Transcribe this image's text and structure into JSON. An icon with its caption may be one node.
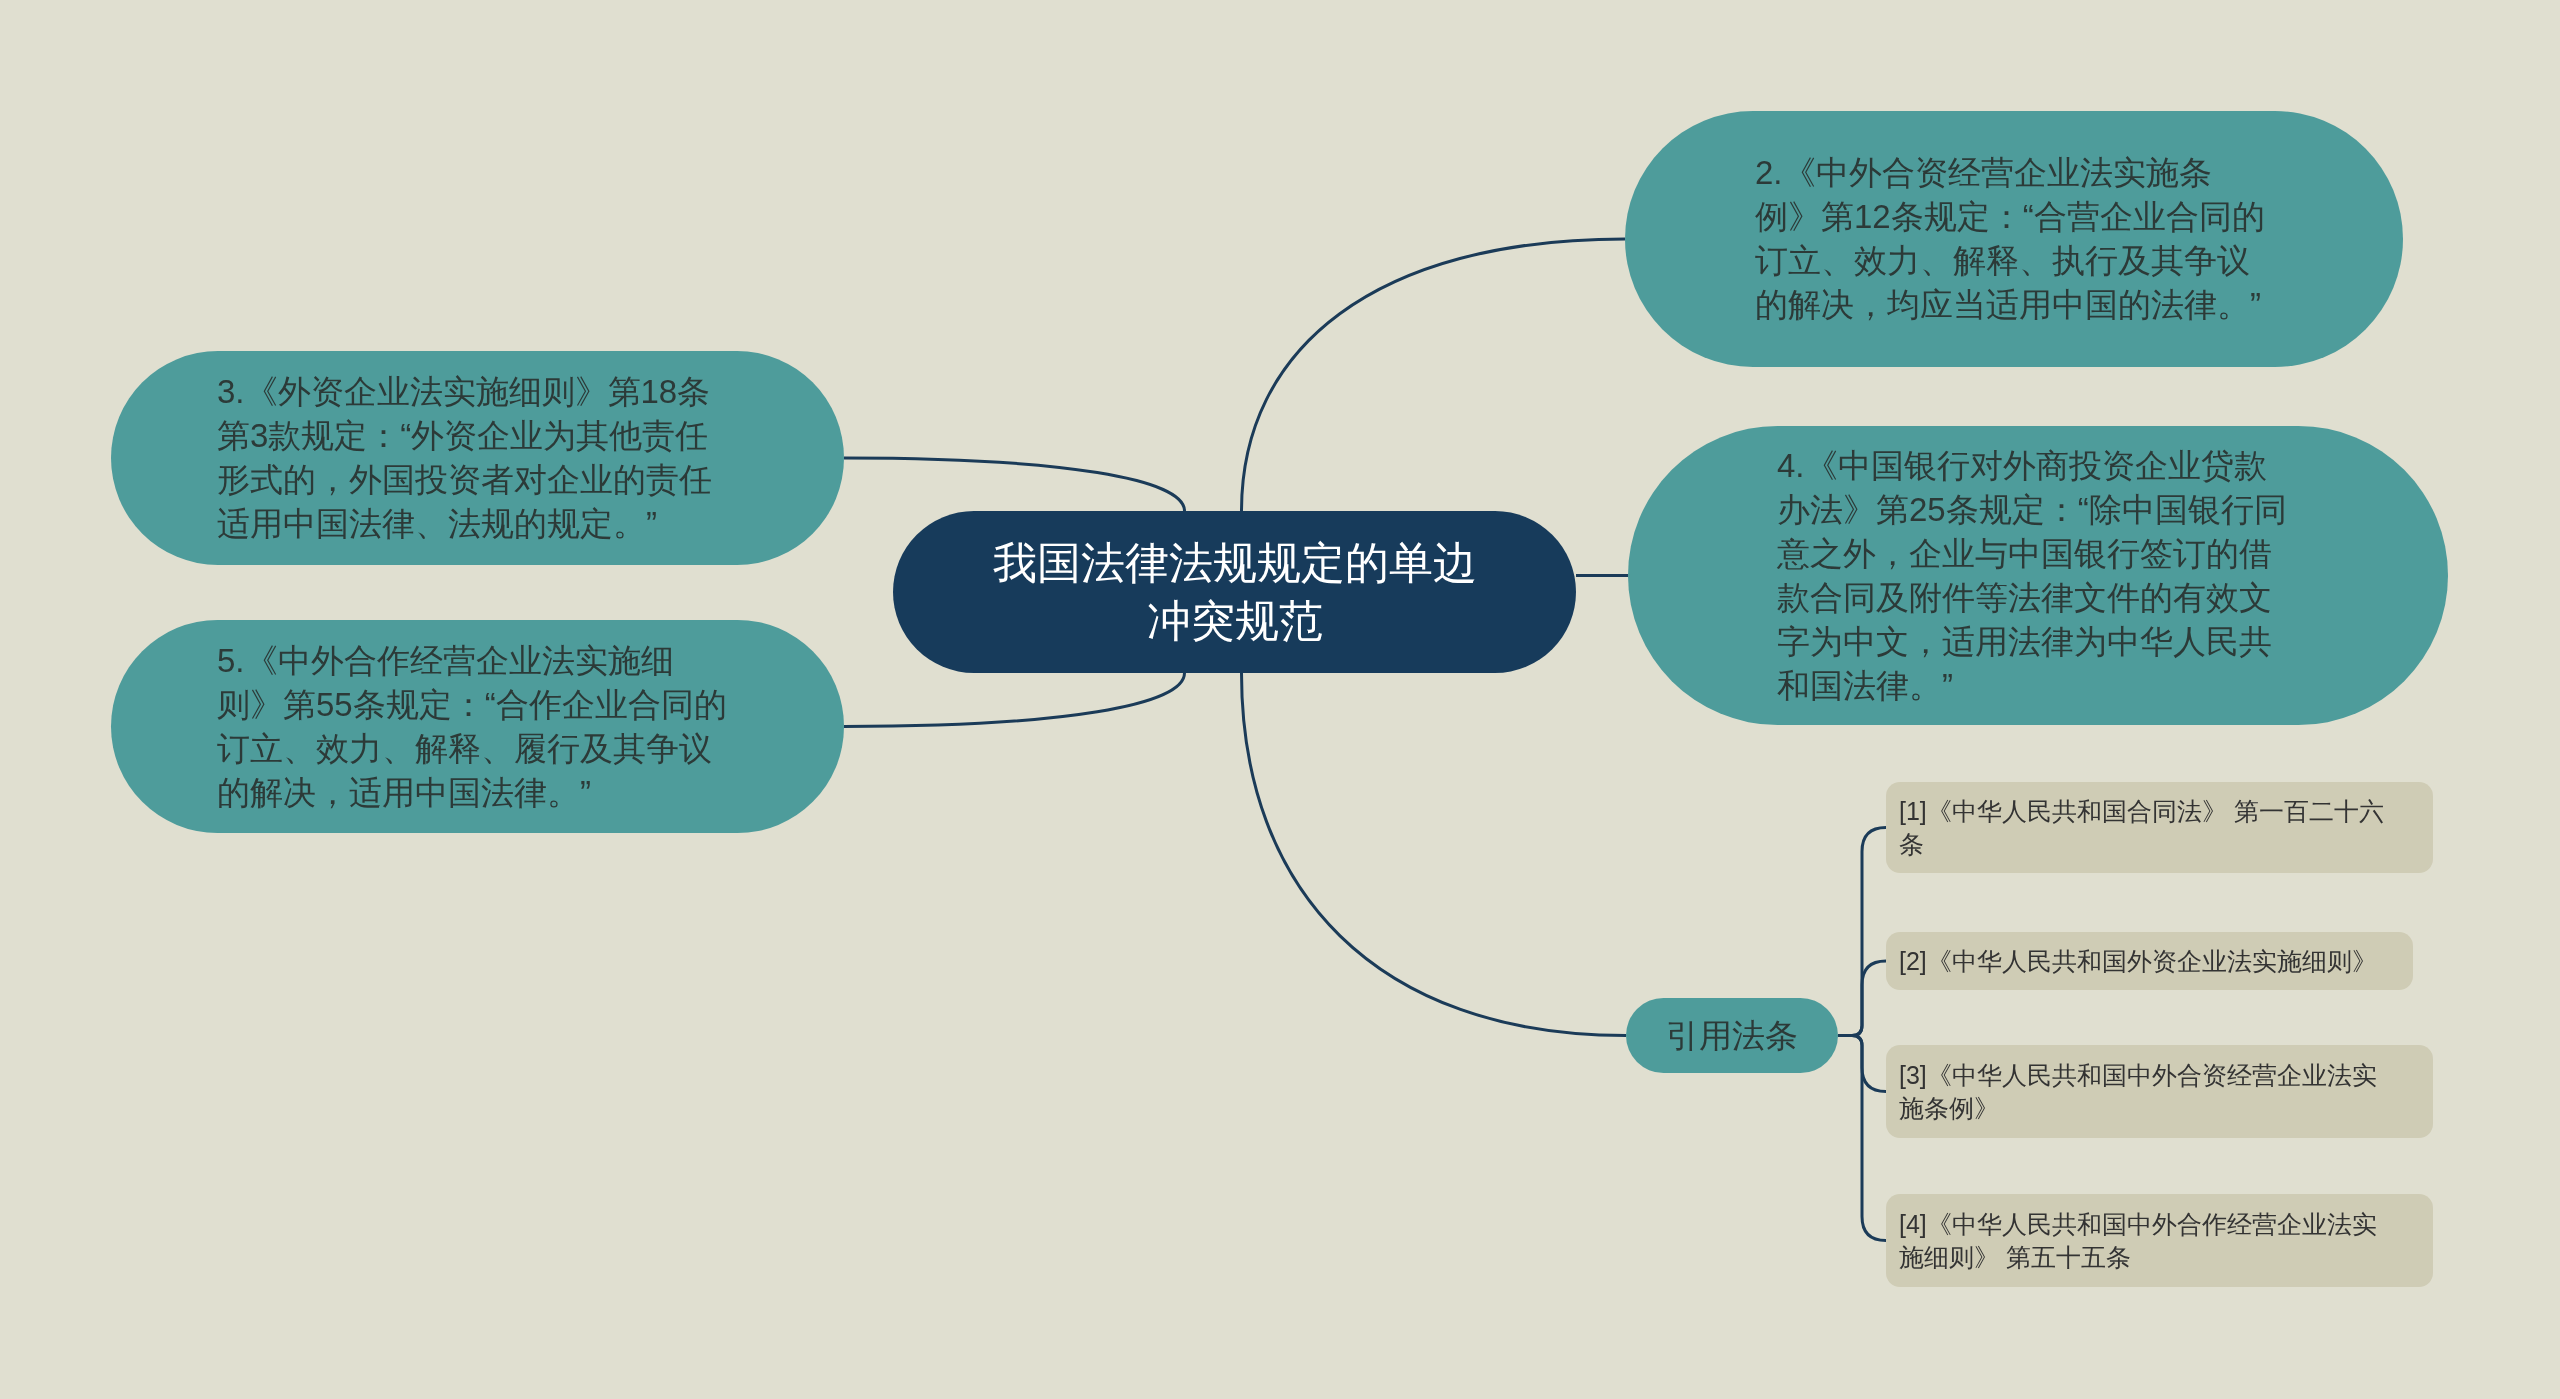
{
  "diagram": {
    "nodes": [
      {
        "text": [
          "我国法律法规规定的单边冲突规范"
        ]
      },
      {
        "text": [
          "2.《中外合资经营企业法实施条例》第12条规定：“合营企业合同的订立、效力、解释、执行及其争议的解决，均应当适用中国的法律。”"
        ]
      },
      {
        "text": [
          "3.《外资企业法实施细则》第18条第3款规定：“外资企业为其他责任形式的，外国投资者对企业的责任适用中国法律、法规的规定。”"
        ]
      },
      {
        "text": [
          "4.《中国银行对外商投资企业贷款办法》第25条规定：“除中国银行同意之外，企业与中国银行签订的借款合同及附件等法律文件的有效文字为中文，适用法律为中华人民共和国法律。”"
        ]
      },
      {
        "text": [
          "5.《中外合作经营企业法实施细则》第55条规定：“合作企业合同的订立、效力、解释、履行及其争议的解决，适用中国法律。”"
        ]
      },
      {
        "text": [
          "引用法条"
        ]
      },
      {
        "text": [
          "[1]《中华人民共和国合同法》 第一百二十六条"
        ]
      },
      {
        "text": [
          "[2]《中华人民共和国外资企业法实施细则》"
        ]
      },
      {
        "text": [
          "[3]《中华人民共和国中外合资经营企业法实施条例》"
        ]
      },
      {
        "text": [
          "[4]《中华人民共和国中外合作经营企业法实施细则》 第五十五条"
        ]
      }
    ],
    "edges": [
      {
        "from": 0,
        "to": 1,
        "arrow": "none"
      },
      {
        "from": 0,
        "to": 2,
        "arrow": "none"
      },
      {
        "from": 0,
        "to": 3,
        "arrow": "none"
      },
      {
        "from": 0,
        "to": 4,
        "arrow": "none"
      },
      {
        "from": 0,
        "to": 5,
        "arrow": "none"
      },
      {
        "from": 5,
        "to": 6,
        "arrow": "none"
      },
      {
        "from": 5,
        "to": 7,
        "arrow": "none"
      },
      {
        "from": 5,
        "to": 8,
        "arrow": "none"
      },
      {
        "from": 5,
        "to": 9,
        "arrow": "none"
      }
    ]
  }
}
